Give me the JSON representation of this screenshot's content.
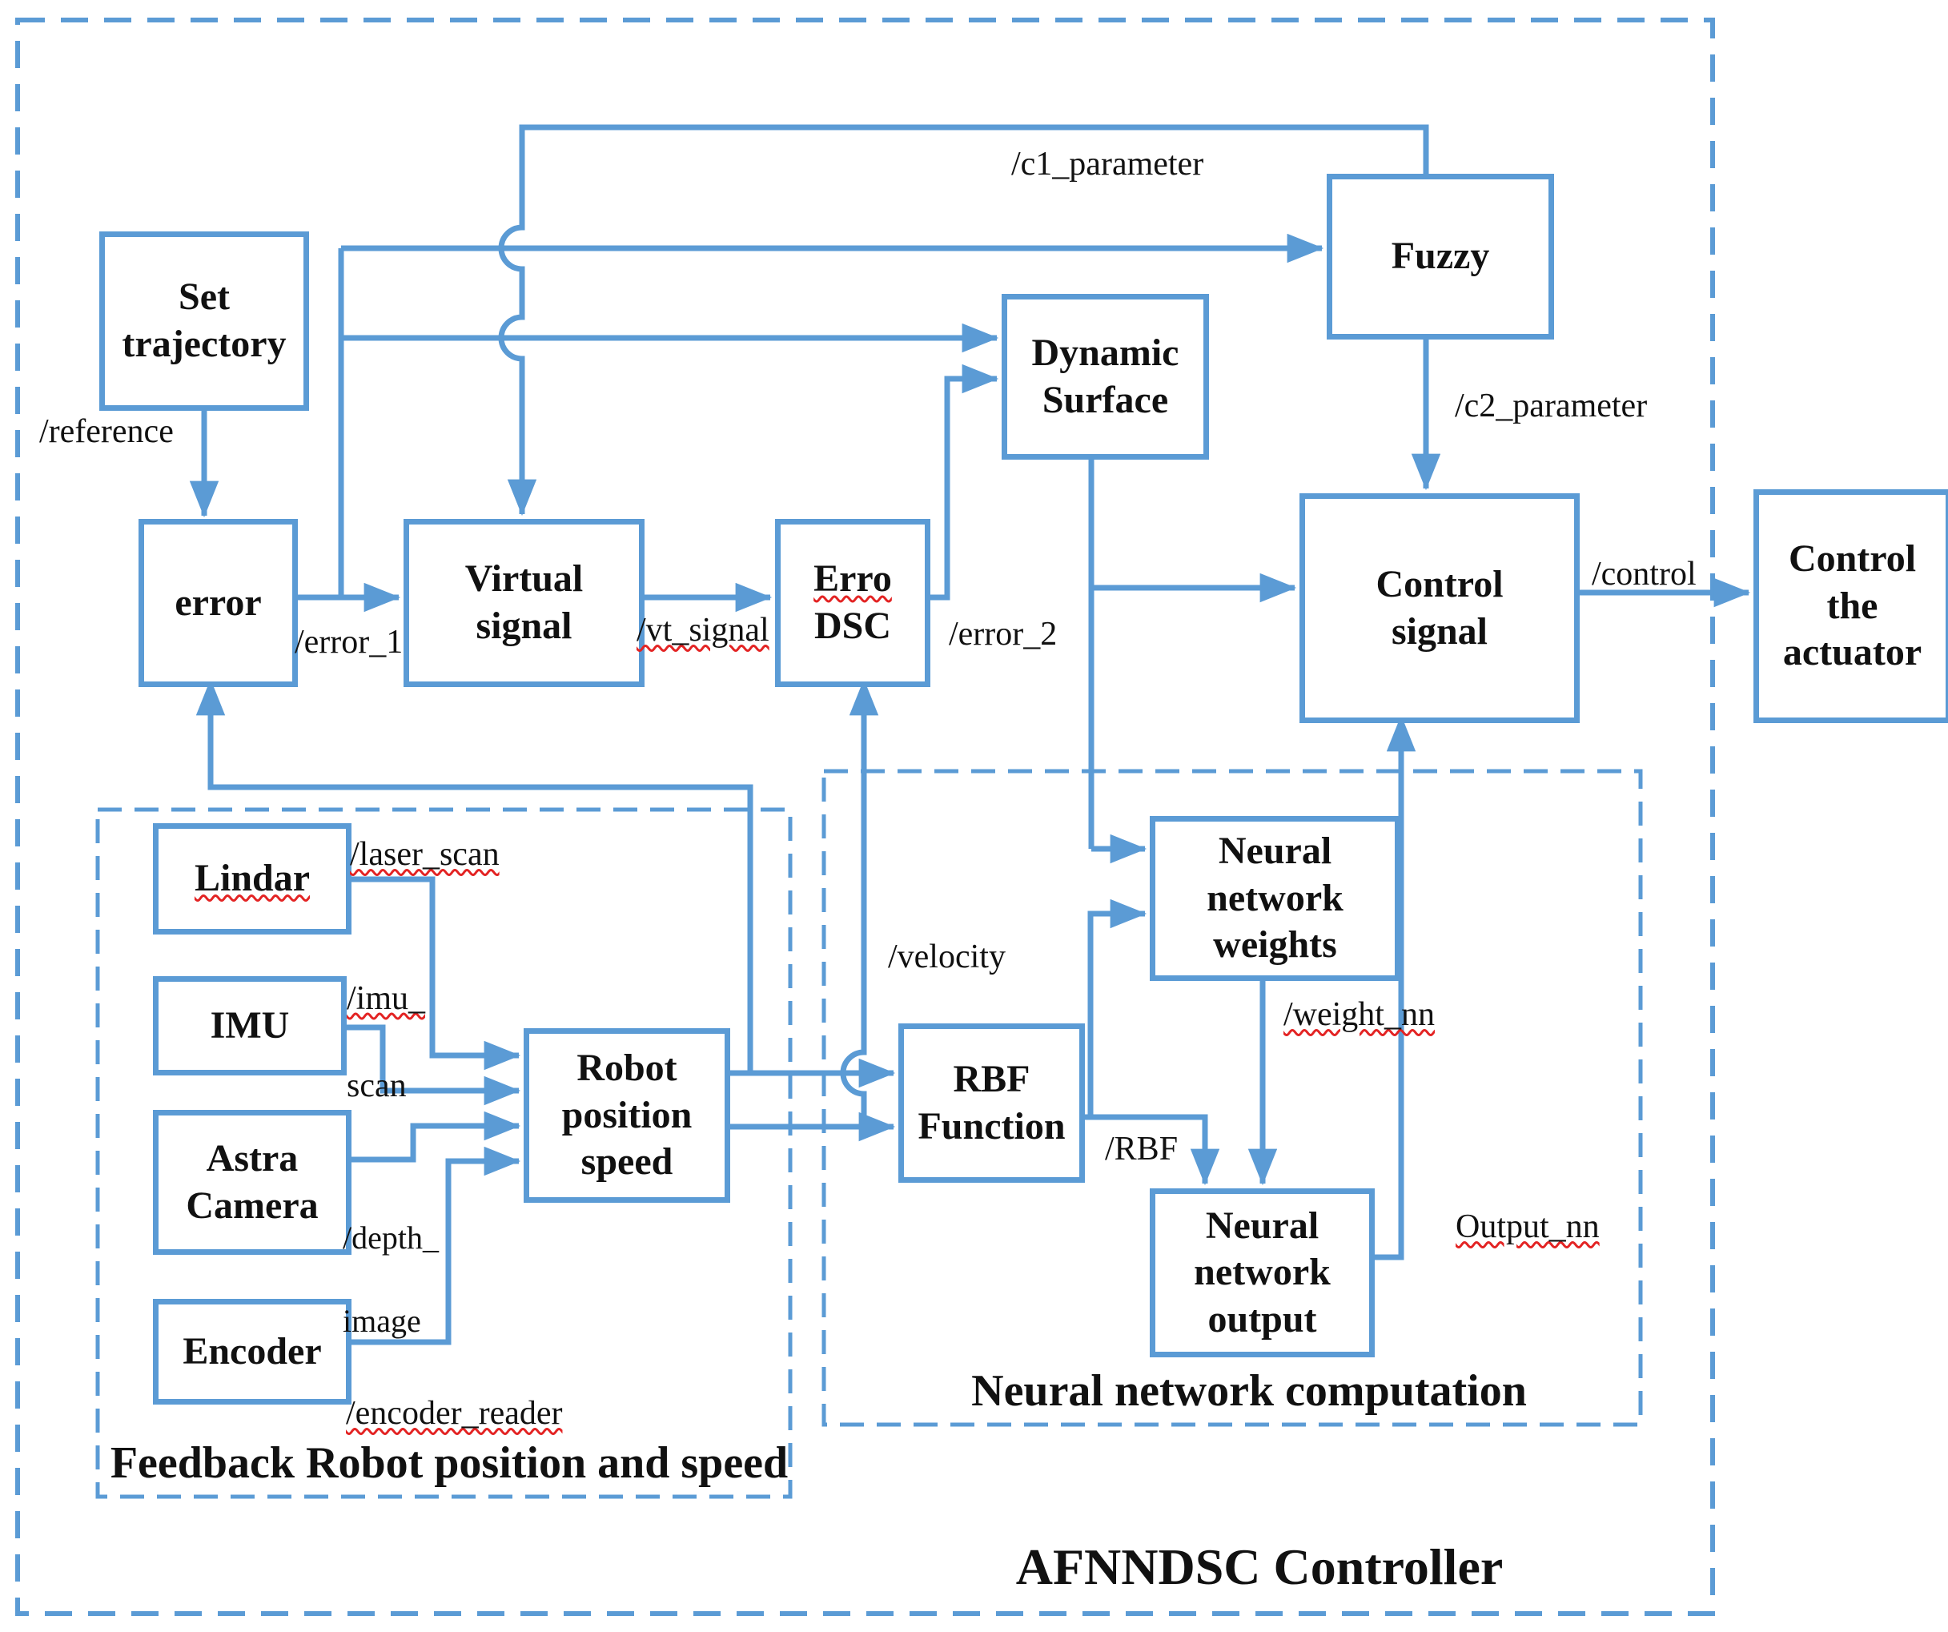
{
  "diagram": {
    "title": "AFNNDSC Controller",
    "groups": {
      "feedback_caption": "Feedback Robot position and speed",
      "nn_caption": "Neural network computation"
    },
    "boxes": {
      "set_trajectory": "Set\ntrajectory",
      "error": "error",
      "virtual_signal": "Virtual\nsignal",
      "erro_dsc": {
        "line1": "Erro",
        "line2": "DSC"
      },
      "dynamic_surface": "Dynamic\nSurface",
      "fuzzy": "Fuzzy",
      "control_signal": "Control\nsignal",
      "control_actuator": "Control\nthe\nactuator",
      "lindar": "Lindar",
      "imu": "IMU",
      "astra_camera": "Astra\nCamera",
      "encoder": "Encoder",
      "robot_position_speed": "Robot\nposition\nspeed",
      "rbf_function": "RBF\nFunction",
      "nn_weights": "Neural\nnetwork\nweights",
      "nn_output": "Neural\nnetwork\noutput"
    },
    "topics": {
      "reference": "/reference",
      "error_1": "/error_1",
      "vt_signal": "/vt_signal",
      "error_2": "/error_2",
      "c1_parameter": "/c1_parameter",
      "c2_parameter": "/c2_parameter",
      "control": "/control",
      "laser_scan": "/laser_scan",
      "imu_scan_line1": "/imu_",
      "imu_scan_line2": "scan",
      "depth_image_line1": "/depth_",
      "depth_image_line2": "image",
      "encoder_reader": "/encoder_reader",
      "velocity": "/velocity",
      "rbf": "/RBF",
      "weight_nn": "/weight_nn",
      "output_nn": "Output_nn"
    },
    "colors": {
      "accent": "#5b9bd5",
      "text": "#111111",
      "spellcheck_squiggle": "#e32424"
    }
  }
}
